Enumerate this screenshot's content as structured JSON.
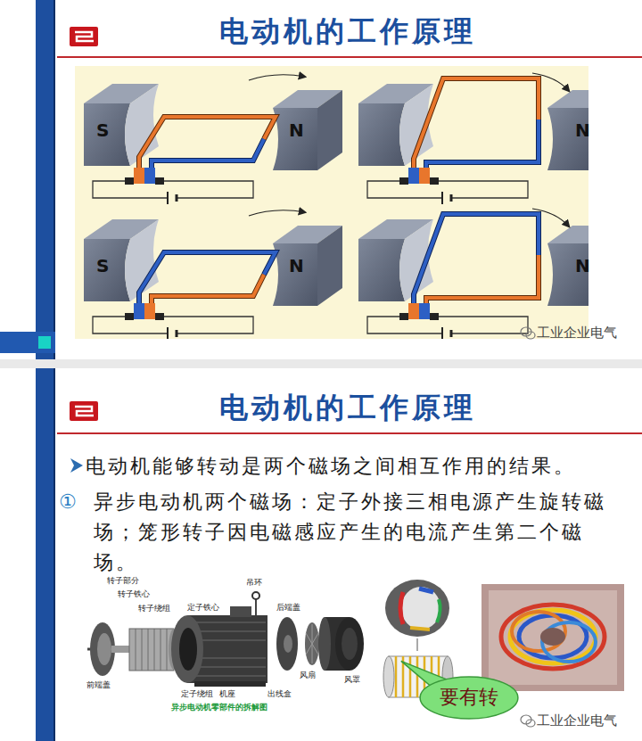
{
  "diagram": {
    "title": "电动机的工作原理",
    "nodes": [
      {
        "text": [
          "要有转"
        ]
      }
    ],
    "labels": [
      "S",
      "N",
      "N",
      "S",
      "N",
      "N",
      "工业企业电气",
      "电动机的工作原理",
      "电动机能够转动是两个磁场之间相互作用的结果。",
      "①",
      "异步电动机两个磁场：定子外接三相电源产生旋转磁场；笼形转子因电磁感应产生的电流产生第二个磁场。",
      "转子部分",
      "转子铁心",
      "转子绕组",
      "定子铁心",
      "吊环",
      "后端盖",
      "前端盖",
      "定子绕组",
      "机座",
      "出线盒",
      "风扇",
      "风罩",
      "异步电动机零部件的拆解图",
      "工业企业电气"
    ]
  }
}
